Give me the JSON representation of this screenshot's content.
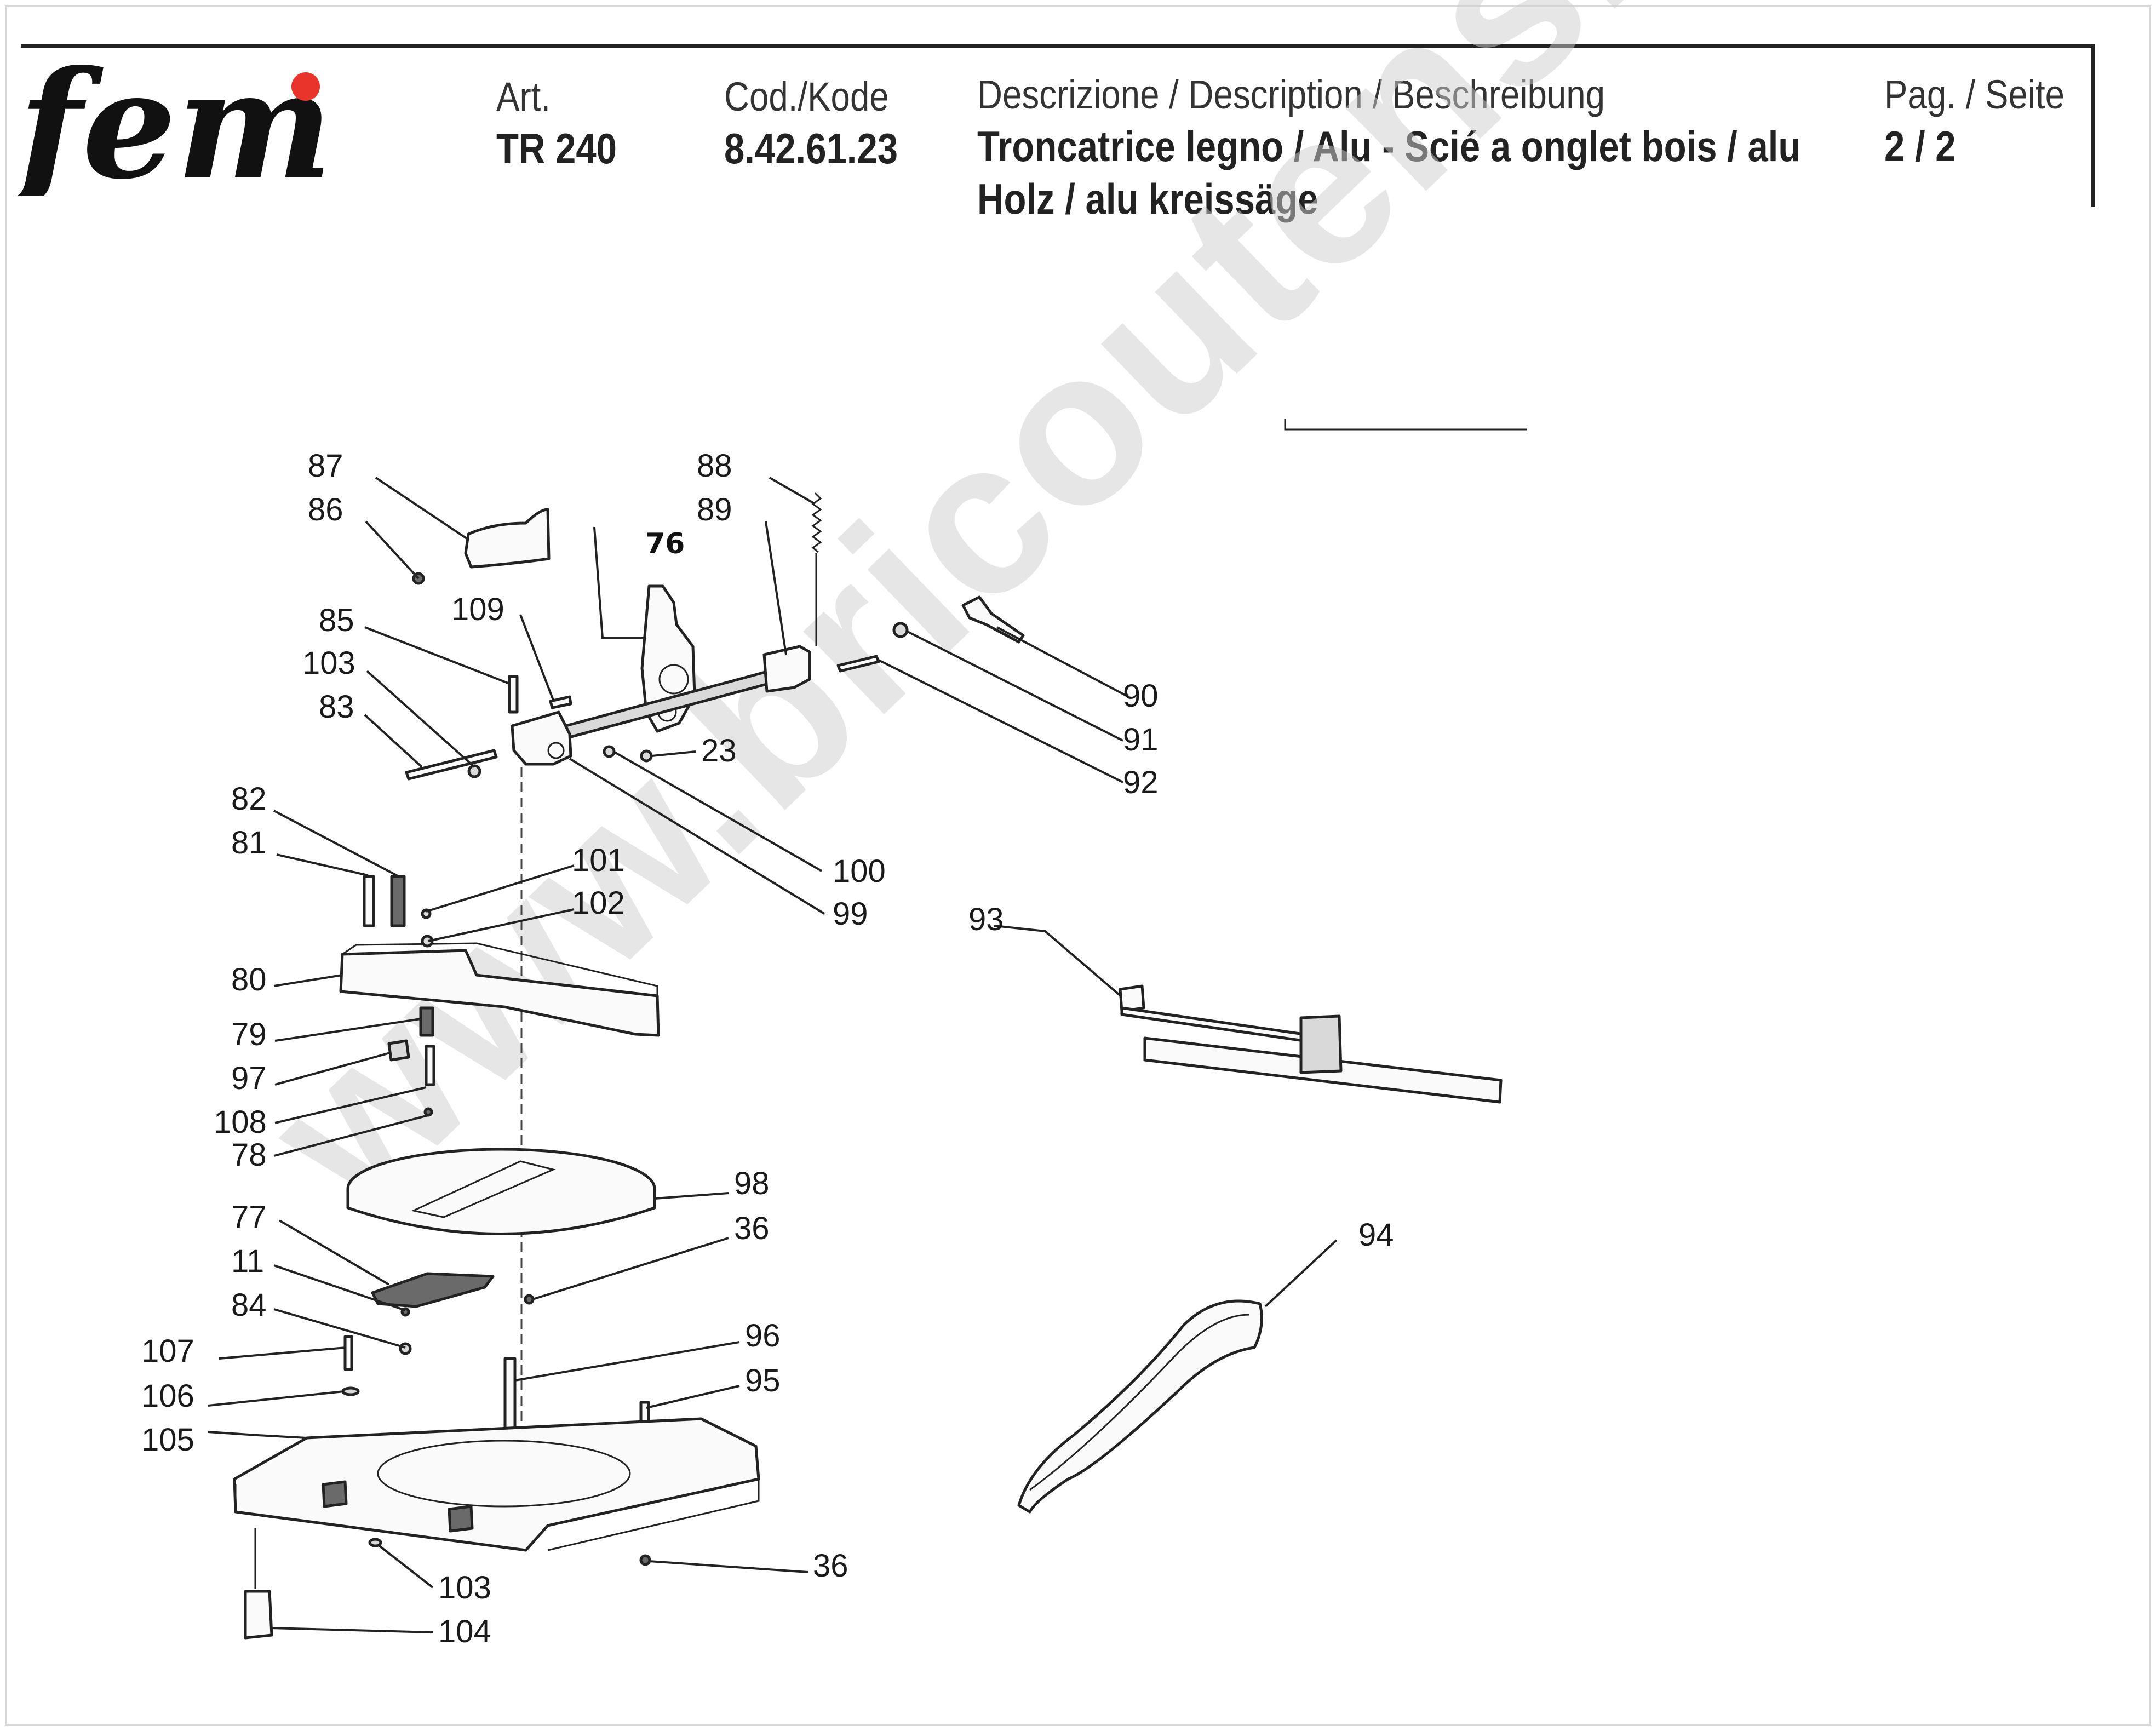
{
  "header": {
    "brand": "femi",
    "art_label": "Art.",
    "art_value": "TR 240",
    "code_label": "Cod./Kode",
    "code_value": "8.42.61.23",
    "desc_label": "Descrizione / Description / Beschreibung",
    "desc_line1": "Troncatrice legno / Alu - Scié a onglet bois / alu",
    "desc_line2": "Holz / alu kreissäge",
    "page_label": "Pag. / Seite",
    "page_value": "2 / 2"
  },
  "watermark": "www.bricoutensili.com",
  "callouts": {
    "c87": "87",
    "c86": "86",
    "c76": "76",
    "c88": "88",
    "c89": "89",
    "c109": "109",
    "c85": "85",
    "c103a": "103",
    "c83": "83",
    "c23": "23",
    "c90": "90",
    "c91": "91",
    "c92": "92",
    "c100": "100",
    "c99": "99",
    "c82": "82",
    "c81": "81",
    "c101": "101",
    "c102": "102",
    "c80": "80",
    "c79": "79",
    "c97": "97",
    "c108": "108",
    "c78": "78",
    "c93": "93",
    "c98": "98",
    "c77": "77",
    "c36a": "36",
    "c11": "11",
    "c84": "84",
    "c96": "96",
    "c107": "107",
    "c95": "95",
    "c106": "106",
    "c105": "105",
    "c94": "94",
    "c36b": "36",
    "c103b": "103",
    "c104": "104"
  }
}
